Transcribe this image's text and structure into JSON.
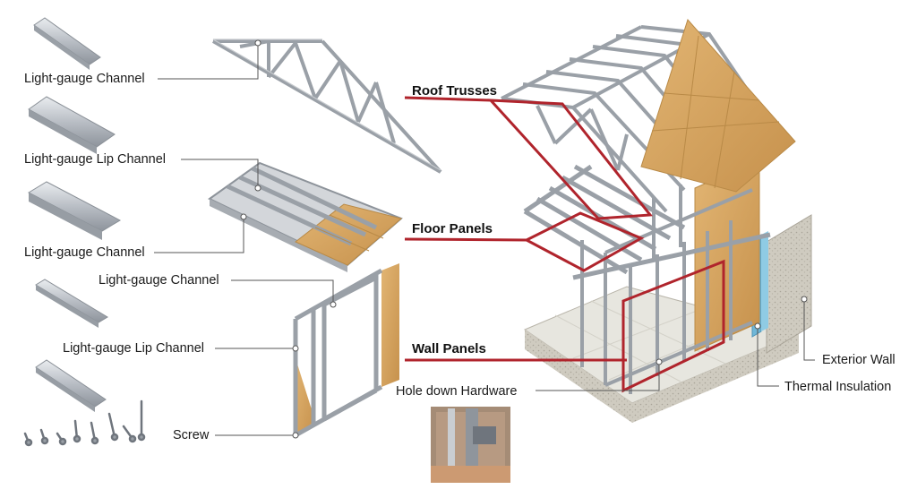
{
  "parts": [
    {
      "id": "p1",
      "label": "Light-gauge Channel"
    },
    {
      "id": "p2",
      "label": "Light-gauge  Lip Channel"
    },
    {
      "id": "p3",
      "label": "Light-gauge Channel"
    },
    {
      "id": "p4",
      "label": "Light-gauge Channel"
    },
    {
      "id": "p5",
      "label": "Light-gauge Lip Channel"
    },
    {
      "id": "p6",
      "label": "Screw"
    }
  ],
  "assembly": {
    "roof_trusses": "Roof Trusses",
    "floor_panels": "Floor Panels",
    "wall_panels": "Wall Panels",
    "hole_down": "Hole down Hardware",
    "exterior_wall": "Exterior Wall",
    "thermal_insulation": "Thermal Insulation"
  },
  "colors": {
    "steel": "#b8bcc2",
    "steel_dark": "#7c828a",
    "wood": "#d6a866",
    "wood_dark": "#b98a47",
    "highlight": "#b0242c",
    "insulation": "#6fb7d8",
    "concrete": "#cfcbc0"
  }
}
